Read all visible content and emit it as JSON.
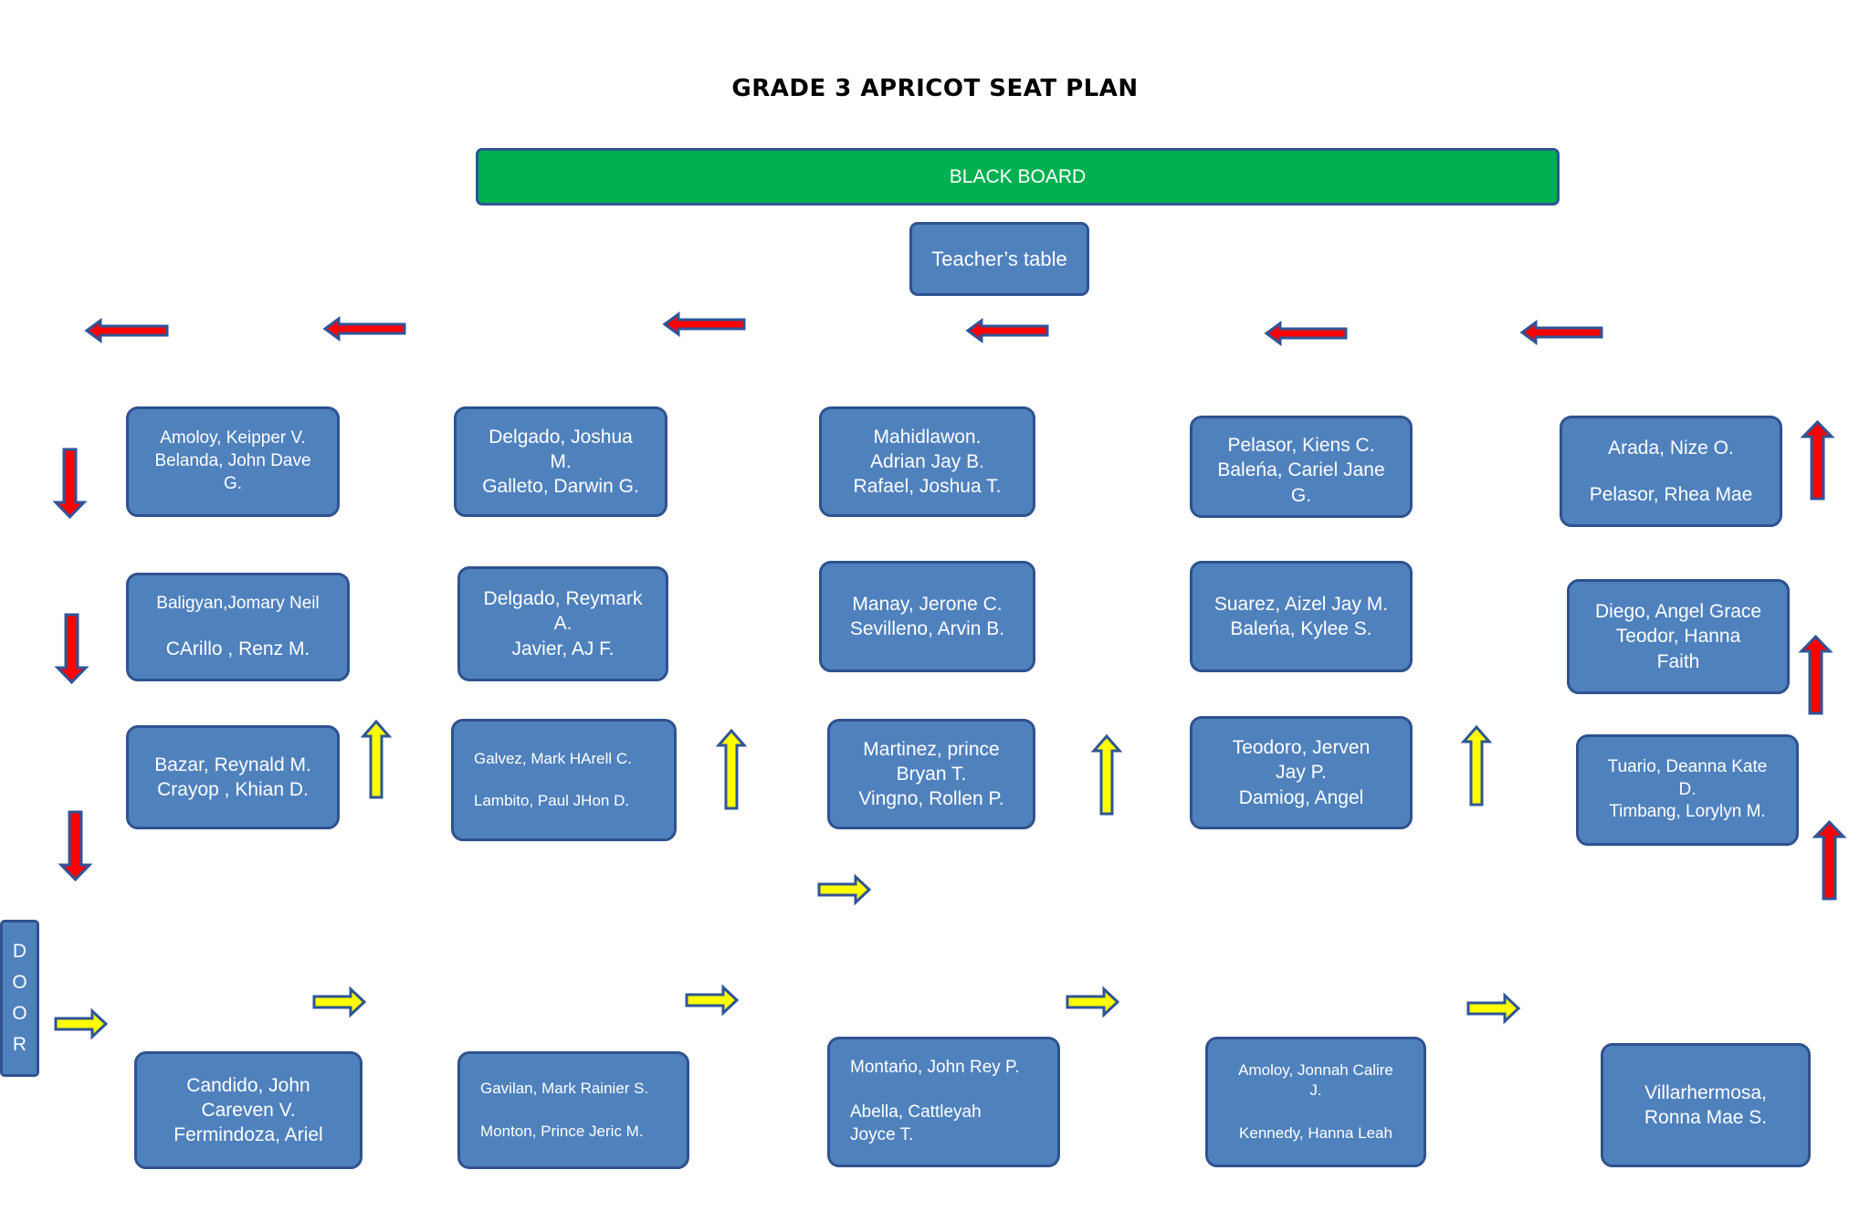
{
  "title": "GRADE 3 APRICOT SEAT PLAN",
  "blackboard": "BLACK BOARD",
  "teacher_table": "Teacher’s table",
  "door": [
    "D",
    "O",
    "O",
    "R"
  ],
  "seats": {
    "c1r1": [
      "Amoloy, Keipper V.",
      "Belanda, John Dave",
      "G."
    ],
    "c1r2": [
      "Baligyan,Jomary Neil",
      "CArillo , Renz M."
    ],
    "c1r3": [
      "Bazar, Reynald M.",
      "Crayop , Khian D."
    ],
    "c1r4": [
      "Candido, John",
      "Careven V.",
      "Fermindoza, Ariel"
    ],
    "c2r1": [
      "Delgado, Joshua",
      "M.",
      "Galleto, Darwin G."
    ],
    "c2r2": [
      "Delgado, Reymark",
      "A.",
      "Javier, AJ F."
    ],
    "c2r3": [
      "Galvez, Mark HArell C.",
      "Lambito, Paul JHon D."
    ],
    "c2r4": [
      "Gavilan, Mark Rainier S.",
      "Monton, Prince Jeric  M."
    ],
    "c3r1": [
      "Mahidlawon.",
      "Adrian Jay B.",
      "Rafael, Joshua T."
    ],
    "c3r2": [
      "Manay, Jerone C.",
      "Sevilleno, Arvin B."
    ],
    "c3r3": [
      "Martinez, prince",
      "Bryan T.",
      "Vingno, Rollen P."
    ],
    "c3r4": [
      "Montańo, John Rey P.",
      "Abella, Cattleyah",
      "Joyce T."
    ],
    "c4r1": [
      "Pelasor, Kiens C.",
      "Baleńa, Cariel Jane",
      "G."
    ],
    "c4r2": [
      "Suarez, Aizel Jay M.",
      "Baleńa, Kylee S."
    ],
    "c4r3": [
      "Teodoro, Jerven",
      "Jay P.",
      "Damiog, Angel"
    ],
    "c4r4": [
      "Amoloy, Jonnah Calire",
      "J.",
      "Kennedy, Hanna Leah"
    ],
    "c5r1": [
      "Arada, Nize O.",
      "Pelasor, Rhea Mae"
    ],
    "c5r2": [
      "Diego, Angel Grace",
      "Teodor, Hanna",
      "Faith"
    ],
    "c5r3": [
      "Tuario, Deanna Kate",
      "D.",
      "Timbang, Lorylyn M."
    ],
    "c5r4": [
      "Villarhermosa,",
      "Ronna Mae S."
    ]
  },
  "colors": {
    "seat_fill": "#4f81bd",
    "seat_border": "#2f528f",
    "blackboard_fill": "#00b050",
    "red_arrow": "#ff0000",
    "yellow_arrow": "#ffff00",
    "arrow_outline": "#2f5597"
  },
  "arrows": {
    "red": [
      {
        "direction": "left"
      },
      {
        "direction": "left"
      },
      {
        "direction": "left"
      },
      {
        "direction": "left"
      },
      {
        "direction": "left"
      },
      {
        "direction": "left"
      },
      {
        "direction": "down"
      },
      {
        "direction": "down"
      },
      {
        "direction": "down"
      },
      {
        "direction": "up"
      },
      {
        "direction": "up"
      },
      {
        "direction": "up"
      }
    ],
    "yellow": [
      {
        "direction": "up"
      },
      {
        "direction": "up"
      },
      {
        "direction": "up"
      },
      {
        "direction": "up"
      },
      {
        "direction": "right"
      },
      {
        "direction": "right"
      },
      {
        "direction": "right"
      },
      {
        "direction": "right"
      },
      {
        "direction": "right"
      },
      {
        "direction": "right"
      }
    ]
  }
}
